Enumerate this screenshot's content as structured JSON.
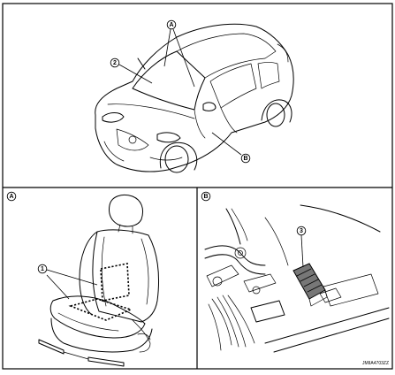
{
  "callouts": {
    "a_top": "A",
    "item_2": "2",
    "b_top": "B",
    "a_panel": "A",
    "item_1": "1",
    "b_panel": "B",
    "item_3": "3"
  },
  "figure_code": "JMIIA4703ZZ"
}
